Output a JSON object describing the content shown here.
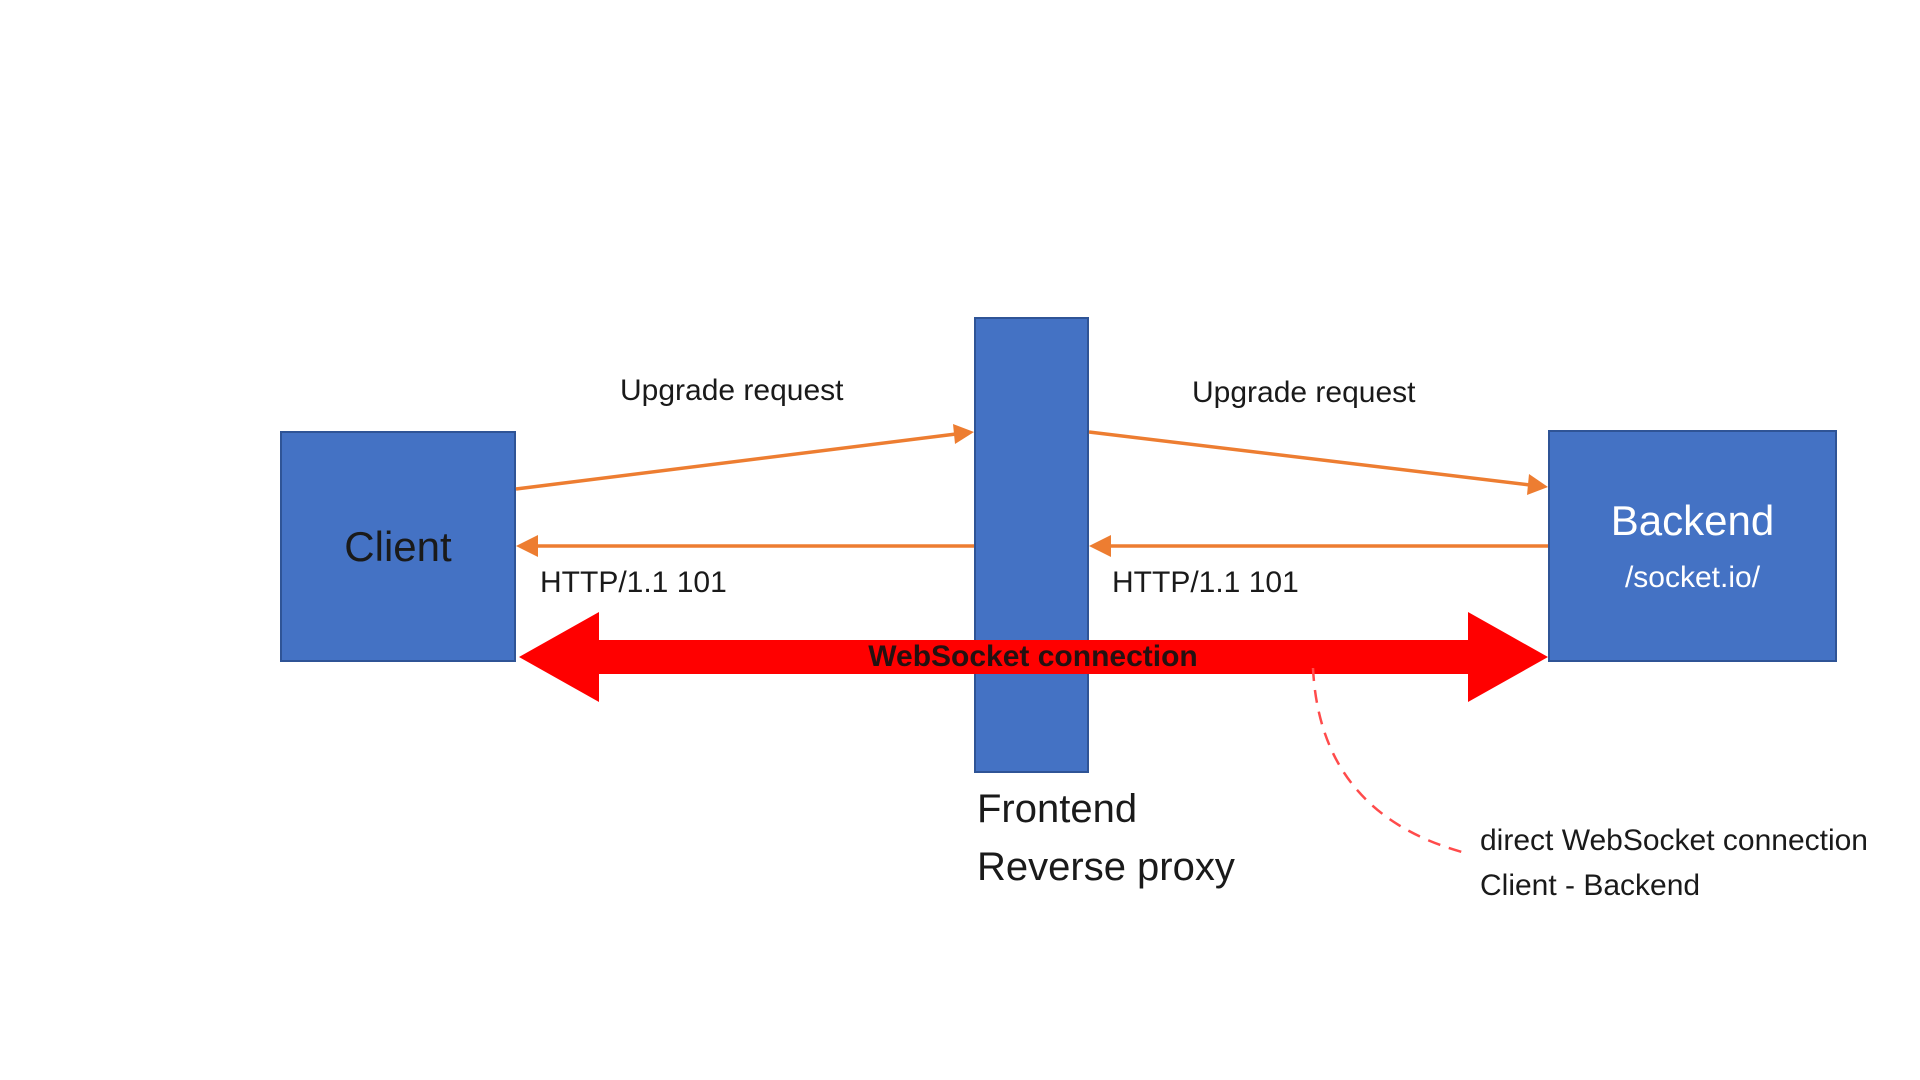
{
  "diagram": {
    "nodes": {
      "client": {
        "label": "Client"
      },
      "proxy": {
        "label_line1": "Frontend",
        "label_line2": "Reverse proxy"
      },
      "backend": {
        "label": "Backend",
        "sublabel": "/socket.io/"
      }
    },
    "arrows": {
      "upgrade_left_label": "Upgrade request",
      "upgrade_right_label": "Upgrade request",
      "http101_left_label": "HTTP/1.1 101",
      "http101_right_label": "HTTP/1.1 101",
      "websocket_label": "WebSocket connection"
    },
    "annotation": {
      "line1": "direct WebSocket connection",
      "line2": "Client - Backend"
    },
    "colors": {
      "node_fill": "#4472c4",
      "node_border": "#2f5496",
      "orange": "#ed7d31",
      "red": "#ff0000",
      "dashed_red": "#ff4b4b",
      "text_dark": "#1a1a1a",
      "text_light": "#ffffff"
    }
  }
}
